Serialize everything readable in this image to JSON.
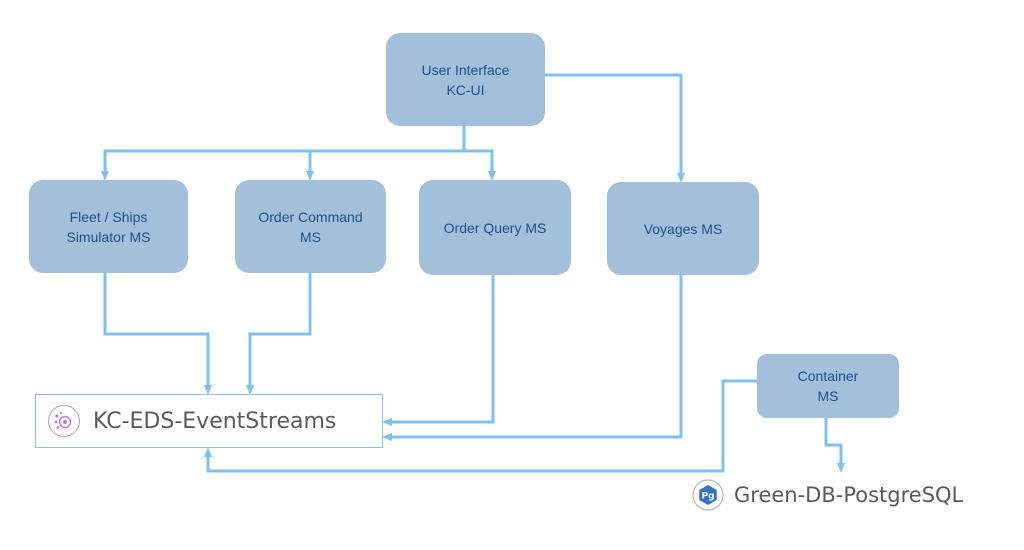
{
  "nodes": {
    "ui": {
      "line1": "User Interface",
      "line2": "KC-UI"
    },
    "fleet": {
      "line1": "Fleet / Ships",
      "line2": "Simulator MS"
    },
    "order_command": {
      "line1": "Order Command",
      "line2": "MS"
    },
    "order_query": {
      "line1": "Order Query MS"
    },
    "voyages": {
      "line1": "Voyages MS"
    },
    "container": {
      "line1": "Container",
      "line2": "MS"
    }
  },
  "services": {
    "event_streams": {
      "label": "KC-EDS-EventStreams",
      "icon": "event-streams-icon"
    },
    "postgres": {
      "label": "Green-DB-PostgreSQL",
      "icon": "postgresql-icon",
      "badge": "Pg"
    }
  },
  "colors": {
    "box_fill": "#a3c0da",
    "box_text": "#1d4f8f",
    "arrow": "#7cc1f1",
    "service_border": "#8dbfe6",
    "service_text": "#5a5a5a",
    "pg_badge": "#2f73c7"
  }
}
